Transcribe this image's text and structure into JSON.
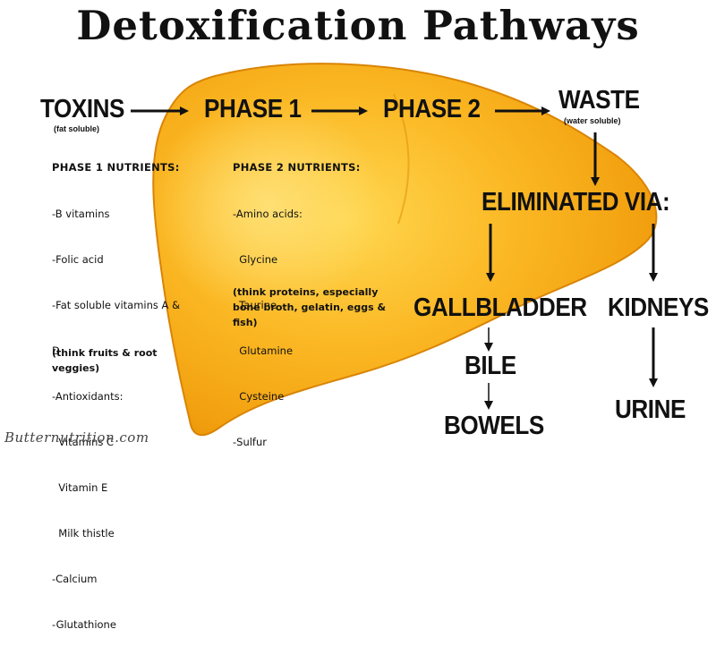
{
  "title": "Detoxification Pathways",
  "flow": {
    "toxins": "TOXINS",
    "toxins_note": "(fat soluble)",
    "phase1": "PHASE 1",
    "phase2": "PHASE 2",
    "waste": "WASTE",
    "waste_note": "(water soluble)",
    "eliminated": "ELIMINATED VIA:",
    "gallbladder": "GALLBLADDER",
    "bile": "BILE",
    "bowels": "BOWELS",
    "kidneys": "KIDNEYS",
    "urine": "URINE"
  },
  "phase1_nutrients": {
    "heading": "PHASE 1 NUTRIENTS:",
    "items": [
      "-B vitamins",
      "-Folic acid",
      "-Fat soluble vitamins A &",
      "D",
      "-Antioxidants:",
      "  Vitamins C",
      "  Vitamin E",
      "  Milk thistle",
      "-Calcium",
      "-Glutathione"
    ],
    "note": "(think fruits & root veggies)"
  },
  "phase2_nutrients": {
    "heading": "PHASE 2 NUTRIENTS:",
    "items": [
      "-Amino acids:",
      "  Glycine",
      "  Taurine",
      "  Glutamine",
      "  Cysteine",
      "-Sulfur"
    ],
    "note": "(think proteins, especially bone broth, gelatin, eggs & fish)"
  },
  "watermark": "Butternutrition.com",
  "colors": {
    "liver_light": "#ffd24a",
    "liver_mid": "#f7a812",
    "liver_dark": "#e08a05",
    "text": "#111111"
  }
}
